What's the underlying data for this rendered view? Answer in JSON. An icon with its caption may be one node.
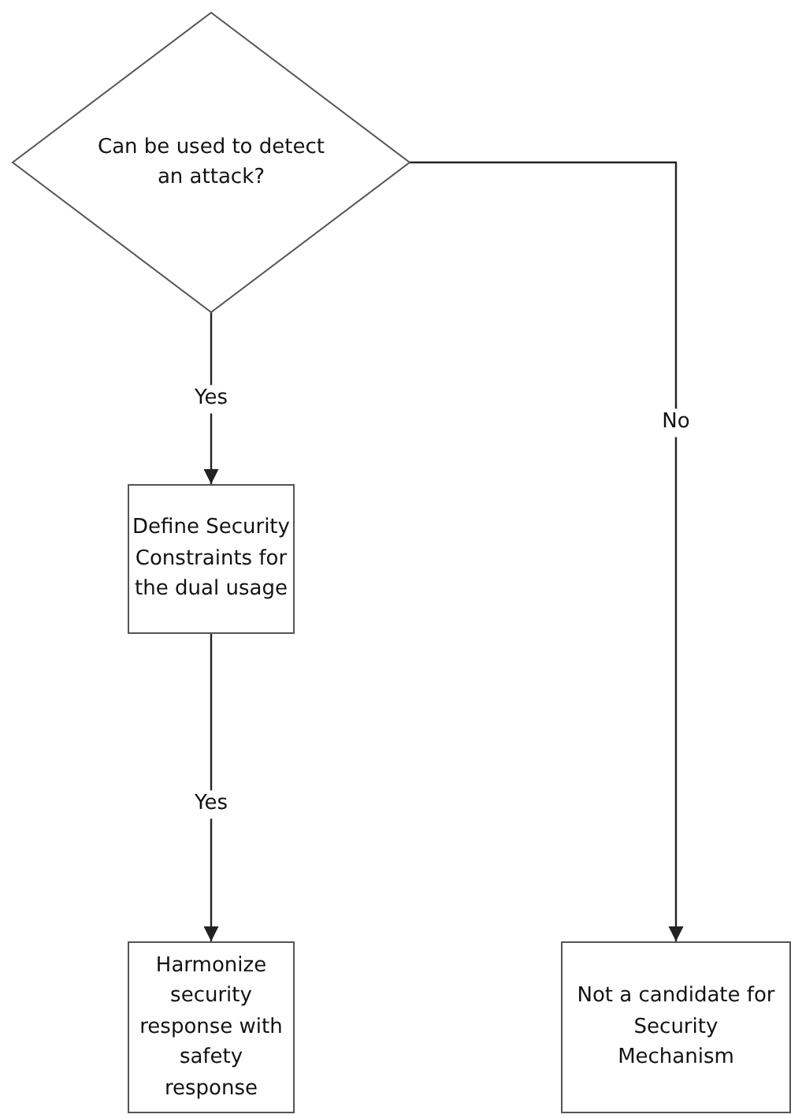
{
  "diagram": {
    "nodes": [
      {
        "text": [
          "Can be used to detect an attack?"
        ]
      },
      {
        "text": [
          "Define Security Constraints for the dual usage"
        ]
      },
      {
        "text": [
          "Harmonize security response with safety response"
        ]
      },
      {
        "text": [
          "Not a candidate for Security Mechanism"
        ]
      }
    ],
    "edges": [
      {
        "from": 0,
        "to": 1,
        "arrow": "to",
        "label": "Yes"
      },
      {
        "from": 1,
        "to": 2,
        "arrow": "to",
        "label": "Yes"
      },
      {
        "from": 0,
        "to": 3,
        "arrow": "to",
        "label": "No"
      }
    ]
  }
}
